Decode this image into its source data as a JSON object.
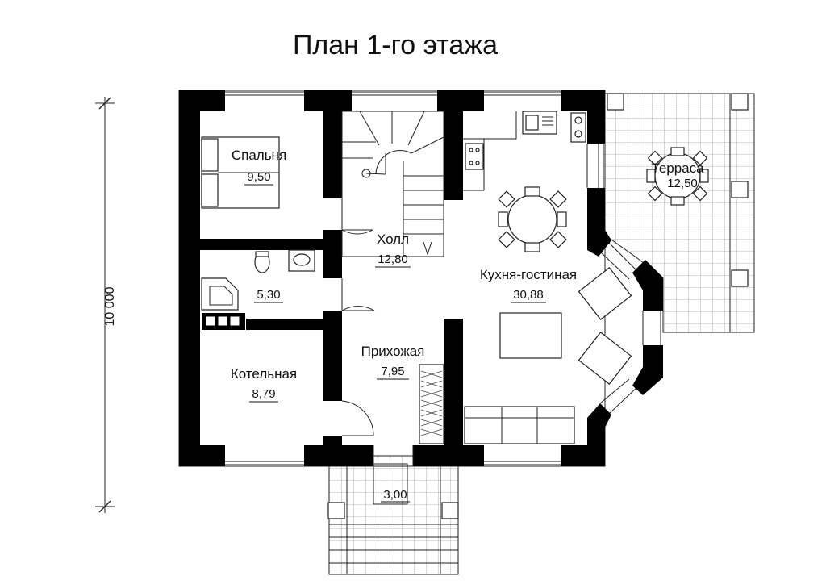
{
  "title": "План 1-го этажа",
  "dimension": {
    "label": "10 000"
  },
  "rooms": [
    {
      "name": "Спальня",
      "area": "9,50"
    },
    {
      "name": "Холл",
      "area": "12,80"
    },
    {
      "name": "",
      "area": "5,30"
    },
    {
      "name": "Кухня-гостиная",
      "area": "30,88"
    },
    {
      "name": "Терраса",
      "area": "12,50"
    },
    {
      "name": "Прихожая",
      "area": "7,95"
    },
    {
      "name": "Котельная",
      "area": "8,79"
    },
    {
      "name": "",
      "area": "3,00"
    }
  ]
}
